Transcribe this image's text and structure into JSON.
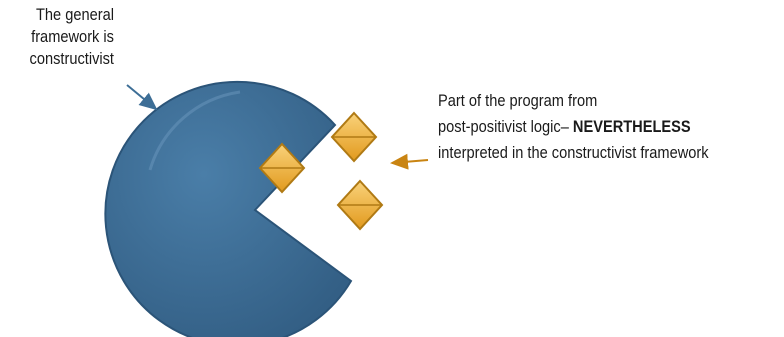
{
  "left_note": {
    "lines": [
      "The general",
      "framework is",
      "constructivist"
    ]
  },
  "right_note": {
    "line1": "Part of the program from",
    "line2_prefix": "post-positivist logic– ",
    "line2_emphasis": "NEVERTHELESS",
    "line3": "interpreted in the constructivist framework"
  },
  "colors": {
    "pie_fill": "#3d6e96",
    "pie_stroke": "#2b5478",
    "diamond_fill": "#f2b63c",
    "diamond_stroke": "#b07a14",
    "left_arrow": "#3d6e96",
    "right_arrow": "#c98412"
  }
}
